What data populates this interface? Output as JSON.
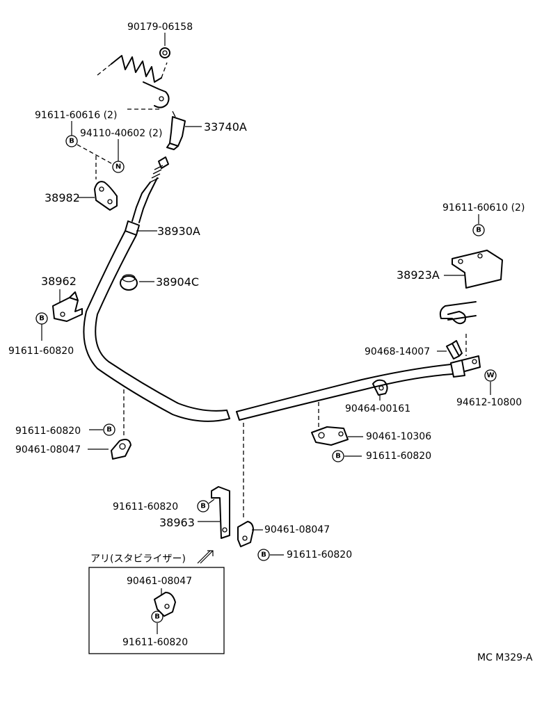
{
  "part_numbers": {
    "bolt_top": "90179-06158",
    "bolt_b_top_qty": "91611-60616 (2)",
    "nut_qty": "94110-40602 (2)",
    "clevis": "33740A",
    "clamp_38982": "38982",
    "cable": "38930A",
    "grommet": "38904C",
    "bracket_38962": "38962",
    "bolt_left_mid": "91611-60820",
    "bolt_left_low": "91611-60820",
    "clamp_left_low": "90461-08047",
    "bolt_bracket_38963": "91611-60820",
    "bracket_38963": "38963",
    "clamp_center": "90461-08047",
    "bolt_center": "91611-60820",
    "stabilizer_note": "アリ(スタビライザー)",
    "inset_clamp": "90461-08047",
    "inset_bolt": "91611-60820",
    "bolt_right_qty": "91611-60610 (2)",
    "bracket_38923": "38923A",
    "clip": "90468-14007",
    "pin": "94612-10800",
    "clip_small": "90464-00161",
    "clamp_right": "90461-10306",
    "bolt_right_low": "91611-60820",
    "diagram_code": "MC M329-A"
  },
  "symbols": {
    "bolt": "B",
    "nut": "N",
    "washer": "W"
  }
}
